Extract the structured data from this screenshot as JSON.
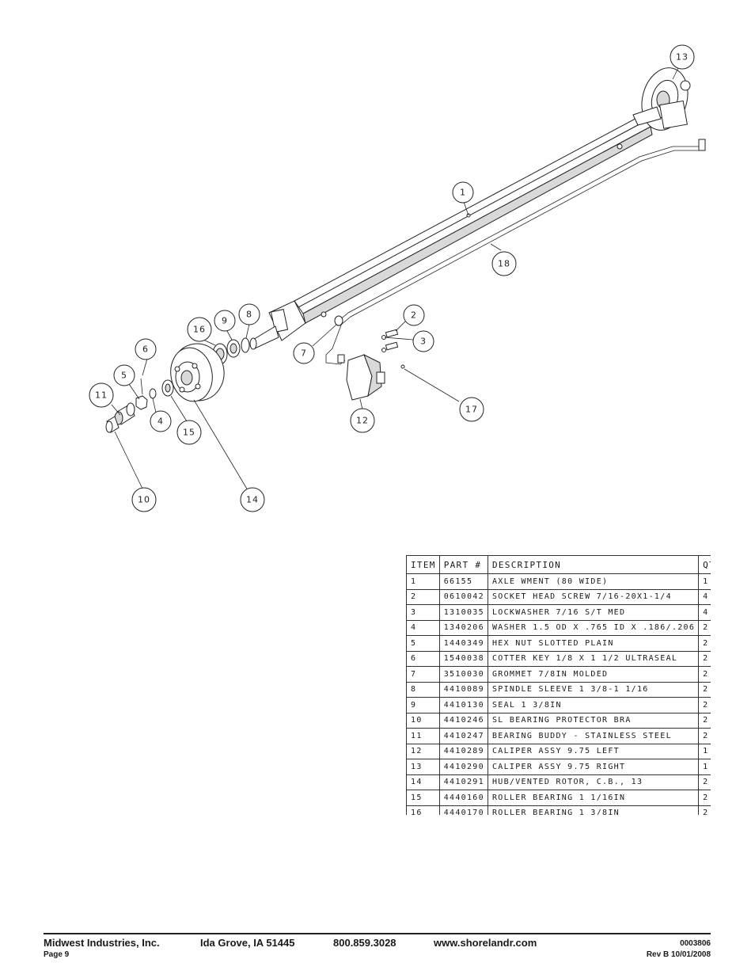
{
  "callouts": [
    "1",
    "2",
    "3",
    "4",
    "5",
    "6",
    "7",
    "8",
    "9",
    "10",
    "11",
    "12",
    "13",
    "14",
    "15",
    "16",
    "17",
    "18"
  ],
  "table": {
    "headers": [
      "ITEM",
      "PART #",
      "DESCRIPTION",
      "QTY"
    ],
    "rows": [
      {
        "item": "1",
        "part": "66155",
        "desc": "AXLE WMENT (80 WIDE)",
        "qty": "1"
      },
      {
        "item": "2",
        "part": "0610042",
        "desc": "SOCKET HEAD SCREW 7/16-20X1-1/4",
        "qty": "4"
      },
      {
        "item": "3",
        "part": "1310035",
        "desc": "LOCKWASHER 7/16 S/T MED",
        "qty": "4"
      },
      {
        "item": "4",
        "part": "1340206",
        "desc": "WASHER 1.5 OD X .765 ID X .186/.206",
        "qty": "2"
      },
      {
        "item": "5",
        "part": "1440349",
        "desc": "HEX NUT SLOTTED PLAIN",
        "qty": "2"
      },
      {
        "item": "6",
        "part": "1540038",
        "desc": "COTTER KEY 1/8 X 1 1/2 ULTRASEAL",
        "qty": "2"
      },
      {
        "item": "7",
        "part": "3510030",
        "desc": "GROMMET  7/8IN MOLDED",
        "qty": "2"
      },
      {
        "item": "8",
        "part": "4410089",
        "desc": "SPINDLE SLEEVE  1 3/8-1 1/16",
        "qty": "2"
      },
      {
        "item": "9",
        "part": "4410130",
        "desc": "SEAL  1 3/8IN",
        "qty": "2"
      },
      {
        "item": "10",
        "part": "4410246",
        "desc": "SL BEARING PROTECTOR BRA",
        "qty": "2"
      },
      {
        "item": "11",
        "part": "4410247",
        "desc": "BEARING BUDDY - STAINLESS STEEL",
        "qty": "2"
      },
      {
        "item": "12",
        "part": "4410289",
        "desc": "CALIPER ASSY 9.75 LEFT",
        "qty": "1"
      },
      {
        "item": "13",
        "part": "4410290",
        "desc": "CALIPER ASSY 9.75 RIGHT",
        "qty": "1"
      },
      {
        "item": "14",
        "part": "4410291",
        "desc": "HUB/VENTED ROTOR, C.B.,  13",
        "qty": "2"
      },
      {
        "item": "15",
        "part": "4440160",
        "desc": "ROLLER BEARING   1 1/16IN",
        "qty": "2"
      },
      {
        "item": "16",
        "part": "4440170",
        "desc": "ROLLER BEARING   1 3/8IN",
        "qty": "2"
      }
    ]
  },
  "footer": {
    "company": "Midwest Industries, Inc.",
    "location": "Ida Grove, IA  51445",
    "phone": "800.859.3028",
    "website": "www.shorelandr.com",
    "doc_number": "0003806",
    "page": "Page 9",
    "revision": "Rev B  10/01/2008"
  }
}
